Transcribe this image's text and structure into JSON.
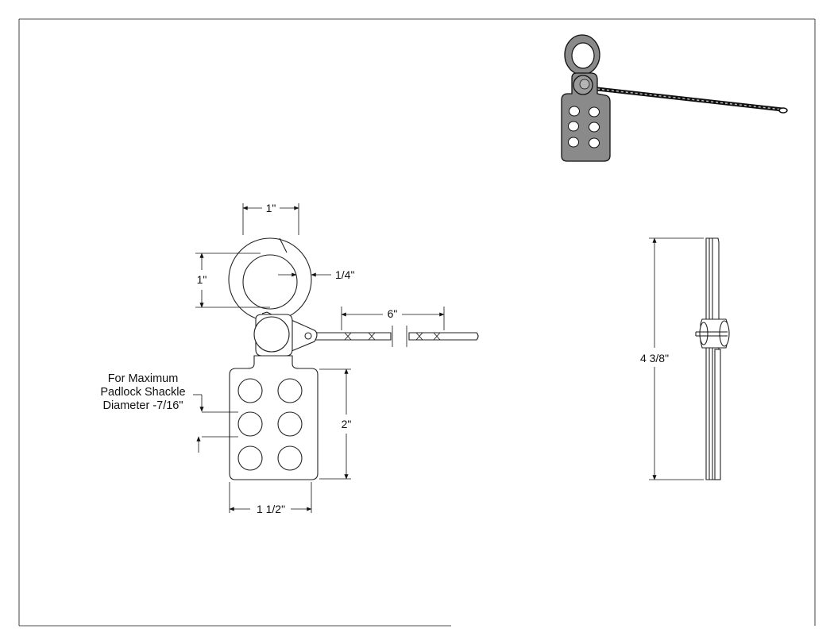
{
  "dimensions": {
    "ring_width": "1\"",
    "ring_height": "1\"",
    "ring_thickness": "1/4\"",
    "cable_length": "6\"",
    "plate_height": "2\"",
    "plate_width": "1 1/2\"",
    "overall_height": "4 3/8\""
  },
  "note": {
    "line1": "For Maximum",
    "line2": "Padlock Shackle",
    "line3": "Diameter -7/16\""
  },
  "colors": {
    "line": "#111111",
    "iso_fill": "#8a8a8a",
    "background": "#ffffff"
  }
}
